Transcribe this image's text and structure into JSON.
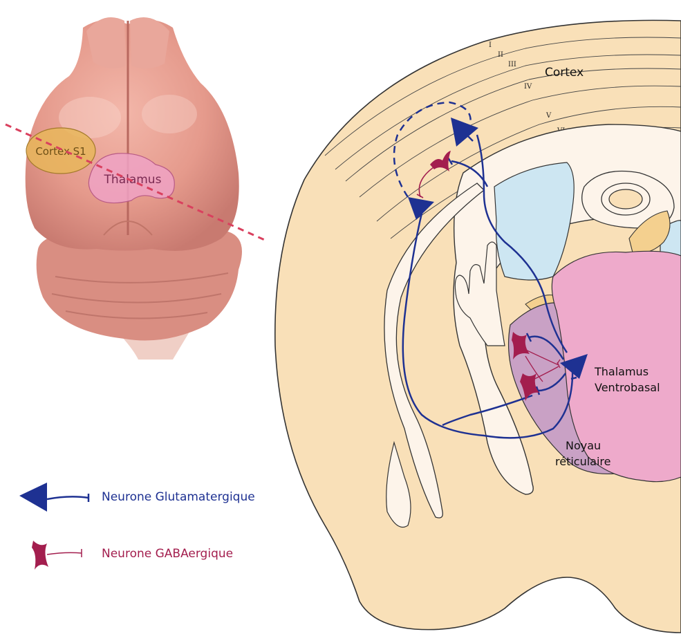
{
  "brain_photo": {
    "labels": {
      "cortex_s1": "Cortex S1",
      "thalamus": "Thalamus"
    }
  },
  "section": {
    "cortex_label": "Cortex",
    "layers": [
      "I",
      "II",
      "III",
      "IV",
      "V",
      "VI"
    ],
    "thalamus_label_line1": "Thalamus",
    "thalamus_label_line2": "Ventrobasal",
    "reticular_label_line1": "Noyau",
    "reticular_label_line2": "réticulaire"
  },
  "legend": {
    "glutamatergic": "Neurone Glutamatergique",
    "gabaergic": "Neurone GABAergique"
  },
  "colors": {
    "glutamatergic": "#1e3192",
    "gabaergic": "#a31e4e",
    "tissue": "#f9e0b8",
    "ventricle": "#cde6f2",
    "thalamus": "#eeaacb",
    "reticular": "#c9a1c5",
    "white_matter": "#fdf4ea",
    "brain_photo": "#e8a296",
    "cortex_s1_fill": "#e8b65a",
    "cut_line": "#d9405e"
  }
}
